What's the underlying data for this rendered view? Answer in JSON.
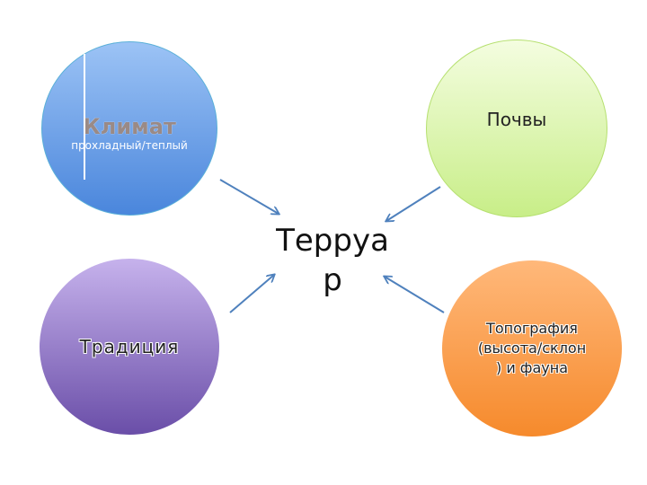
{
  "center": {
    "line1": "Террyа",
    "line2": "р"
  },
  "climate": {
    "title": "Климат",
    "subtitle": "прохладный/теплый"
  },
  "soils": {
    "title": "Почвы"
  },
  "tradition": {
    "title": "Традиция"
  },
  "topography": {
    "line1": "Топография",
    "line2": "(высота/склон",
    "line3": ") и фауна"
  },
  "colors": {
    "climate": "#6fa3e8",
    "soils": "#dcf5b0",
    "tradition": "#9a80cf",
    "topography": "#fb9e50",
    "arrow": "#4f81bd"
  }
}
